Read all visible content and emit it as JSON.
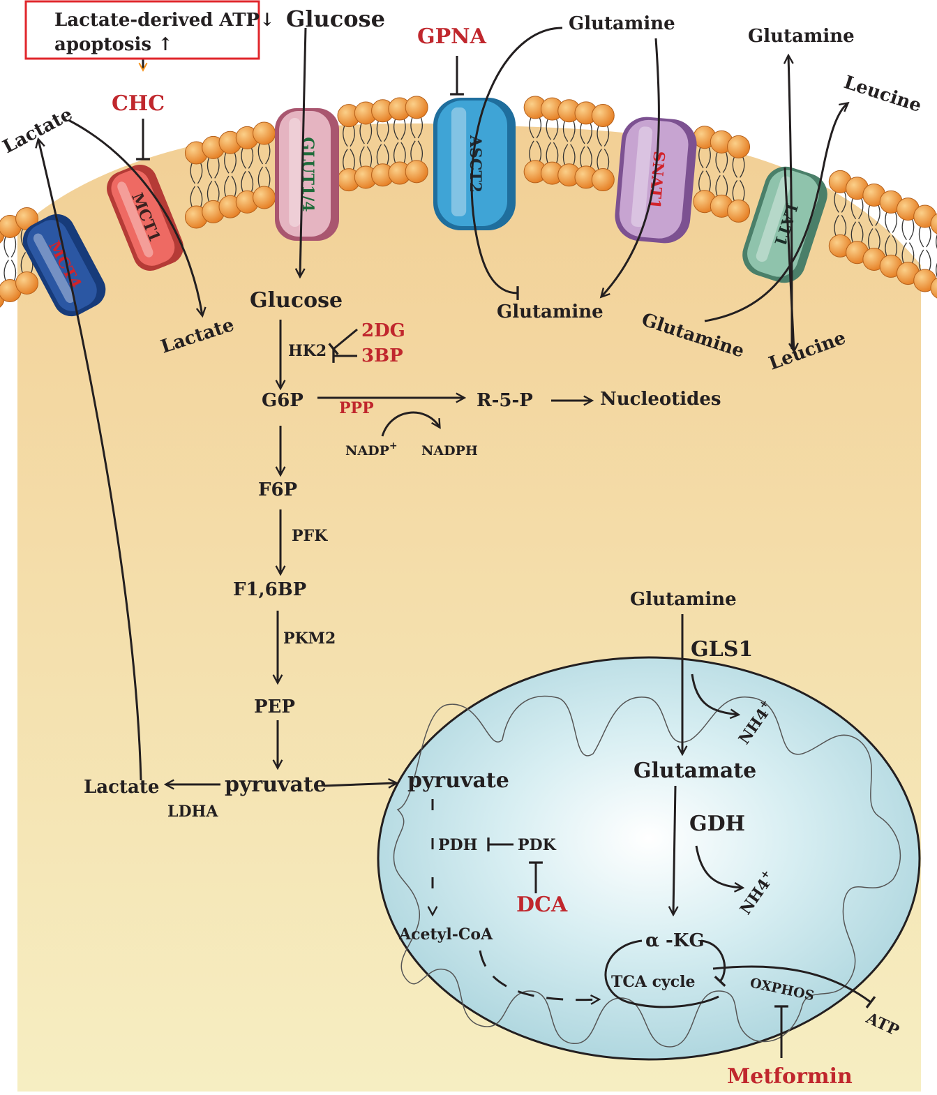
{
  "colors": {
    "membrane_head": "#f29a3a",
    "cytoplasm_top": "#f2cf95",
    "cytoplasm_bottom": "#f6eec2",
    "mitochondrion": "#c6e6ec",
    "inhibitor_red": "#c0272d",
    "box_red": "#e0262b",
    "orange_arrow": "#f7941d",
    "text_dark": "#231f20"
  },
  "effect_box": {
    "line1": "Lactate-derived ATP↓",
    "line2": "apoptosis ↑"
  },
  "inhibitors": {
    "chc": "CHC",
    "gpna": "GPNA",
    "dg2": "2DG",
    "bp3": "3BP",
    "dca": "DCA",
    "metformin": "Metformin"
  },
  "transporters": {
    "mct4": "MCT4",
    "mct1": "MCT1",
    "glut": "GLUT1/4",
    "asct2": "ASCT2",
    "snat1": "SNAT1",
    "lat1": "LAT1"
  },
  "extracellular": {
    "lactate": "Lactate",
    "glucose": "Glucose",
    "glutamine_asct": "Glutamine",
    "glutamine_lat": "Glutamine",
    "leucine": "Leucine"
  },
  "intracellular": {
    "lactate_in": "Lactate",
    "glucose": "Glucose",
    "glutamine_mid": "Glutamine",
    "glutamine_lat": "Glutamine",
    "leucine_in": "Leucine"
  },
  "glycolysis": {
    "hk2": "HK2",
    "g6p": "G6P",
    "ppp": "PPP",
    "r5p": "R-5-P",
    "nucleotides": "Nucleotides",
    "nadp": "NADP",
    "nadp_sup": "+",
    "nadph": "NADPH",
    "f6p": "F6P",
    "pfk": "PFK",
    "f16bp": "F1,6BP",
    "pkm2": "PKM2",
    "pep": "PEP",
    "pyruvate": "pyruvate",
    "lactate": "Lactate",
    "ldha": "LDHA"
  },
  "mitochondria": {
    "pyruvate": "pyruvate",
    "pdh": "PDH",
    "pdk": "PDK",
    "acetyl_coa": "Acetyl-CoA",
    "akg": "α -KG",
    "tca": "TCA cycle",
    "oxphos": "OXPHOS",
    "atp": "ATP"
  },
  "glutaminolysis": {
    "glutamine": "Glutamine",
    "gls1": "GLS1",
    "nh4_1": "NH4",
    "nh4_1_sup": "+",
    "glutamate": "Glutamate",
    "gdh": "GDH",
    "nh4_2": "NH4",
    "nh4_2_sup": "+"
  }
}
